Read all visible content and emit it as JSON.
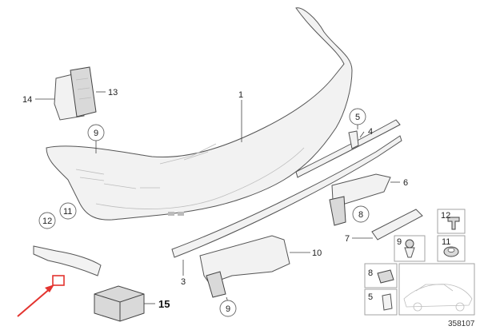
{
  "callouts": {
    "p1": "1",
    "p3": "3",
    "p4": "4",
    "p5": "5",
    "p6": "6",
    "p7": "7",
    "p8": "8",
    "p8b": "8",
    "p9a": "9",
    "p9b": "9",
    "p9c": "9",
    "p10": "10",
    "p11": "11",
    "p11b": "11",
    "p12": "12",
    "p12b": "12",
    "p13": "13",
    "p14": "14",
    "p5b": "5",
    "p15": "15"
  },
  "diagram_number": "358107",
  "colors": {
    "arrow": "#e3342f",
    "highlight_box": "#e3342f"
  }
}
